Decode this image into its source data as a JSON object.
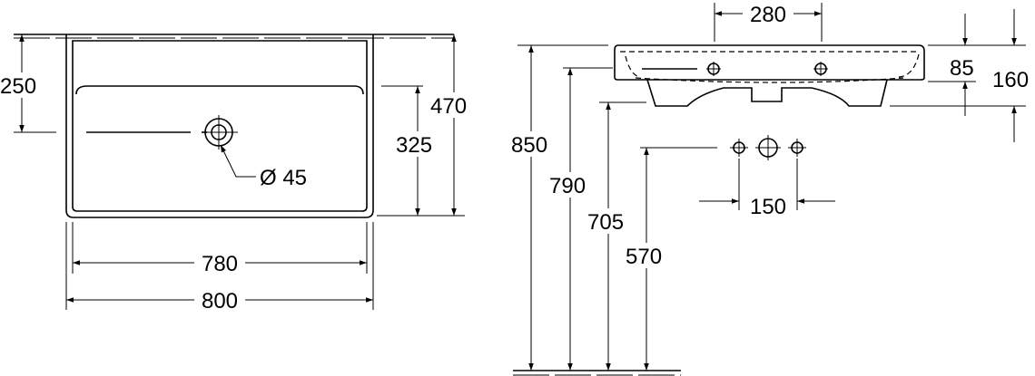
{
  "top_view": {
    "depth_to_drain": "250",
    "total_depth": "470",
    "inner_depth": "325",
    "drain_diameter": "Ø 45",
    "inner_width": "780",
    "total_width": "800"
  },
  "side_view": {
    "rim_height": "850",
    "overflow_height": "790",
    "leg_bottom_height": "705",
    "pipe_height": "570",
    "tap_spacing_side": "280",
    "rim_thickness": "85",
    "total_height": "160",
    "tap_hole_spacing": "150"
  }
}
